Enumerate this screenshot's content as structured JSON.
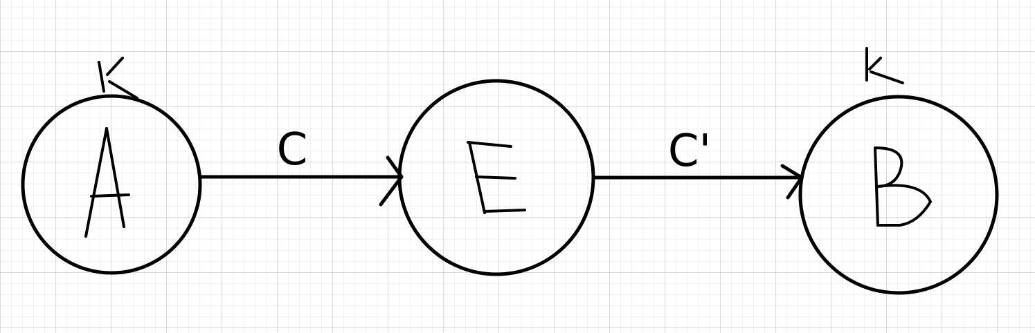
{
  "diagram": {
    "nodes": [
      {
        "id": "A",
        "label": "A",
        "self_loop_label": "K"
      },
      {
        "id": "E",
        "label": "E",
        "self_loop_label": ""
      },
      {
        "id": "B",
        "label": "B",
        "self_loop_label": "K"
      }
    ],
    "edges": [
      {
        "from": "A",
        "to": "E",
        "label": "C"
      },
      {
        "from": "E",
        "to": "B",
        "label": "C'"
      }
    ]
  },
  "colors": {
    "ink": "#000000",
    "grid": "#d9d9d9",
    "background": "#ffffff"
  }
}
